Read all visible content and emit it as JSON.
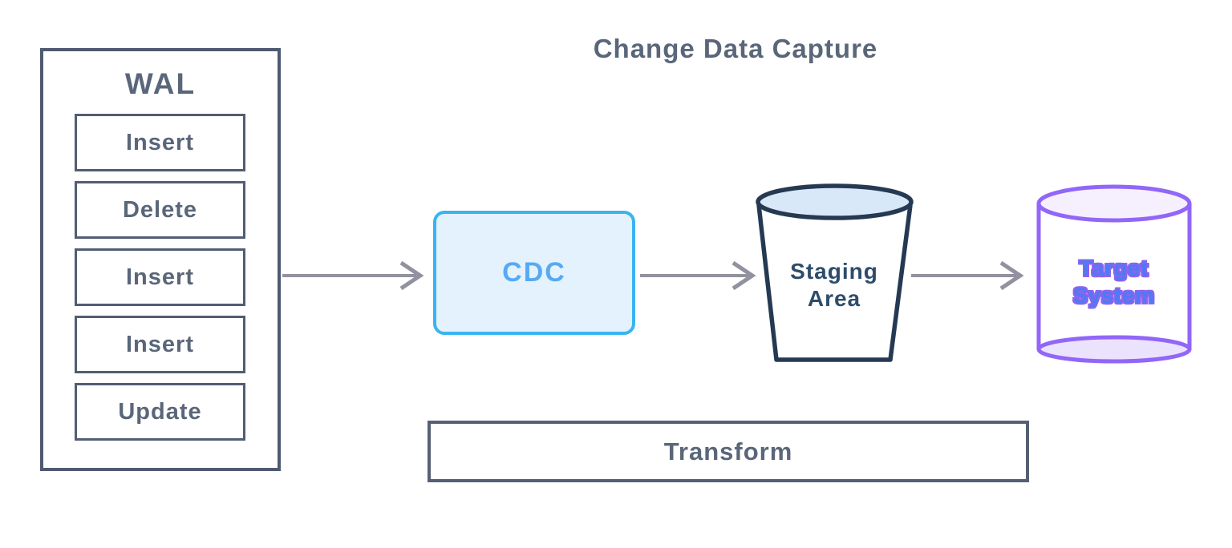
{
  "title": "Change Data Capture",
  "colors": {
    "slate_text": "#5a6679",
    "box_border": "#515d72",
    "arrow": "#92919f",
    "cdc_border": "#3ab4ef",
    "cdc_fill": "#e3f2fd",
    "cdc_text": "#56aaf4",
    "bucket_stroke": "#253a52",
    "bucket_top_fill": "#d9e8f8",
    "staging_text": "#2e4c6a",
    "cylinder_stroke": "#9166f8",
    "cylinder_top_fill": "#f6f0fe",
    "cylinder_bottom_fill": "#ebe2fd",
    "target_text_fill": "#4a7cf2",
    "target_text_outline": "#8d63f0"
  },
  "wal": {
    "label": "WAL",
    "entries": [
      "Insert",
      "Delete",
      "Insert",
      "Insert",
      "Update"
    ]
  },
  "nodes": {
    "cdc": {
      "label": "CDC"
    },
    "staging": {
      "label": "Staging Area"
    },
    "target": {
      "label": "Target System"
    },
    "transform": {
      "label": "Transform"
    }
  }
}
